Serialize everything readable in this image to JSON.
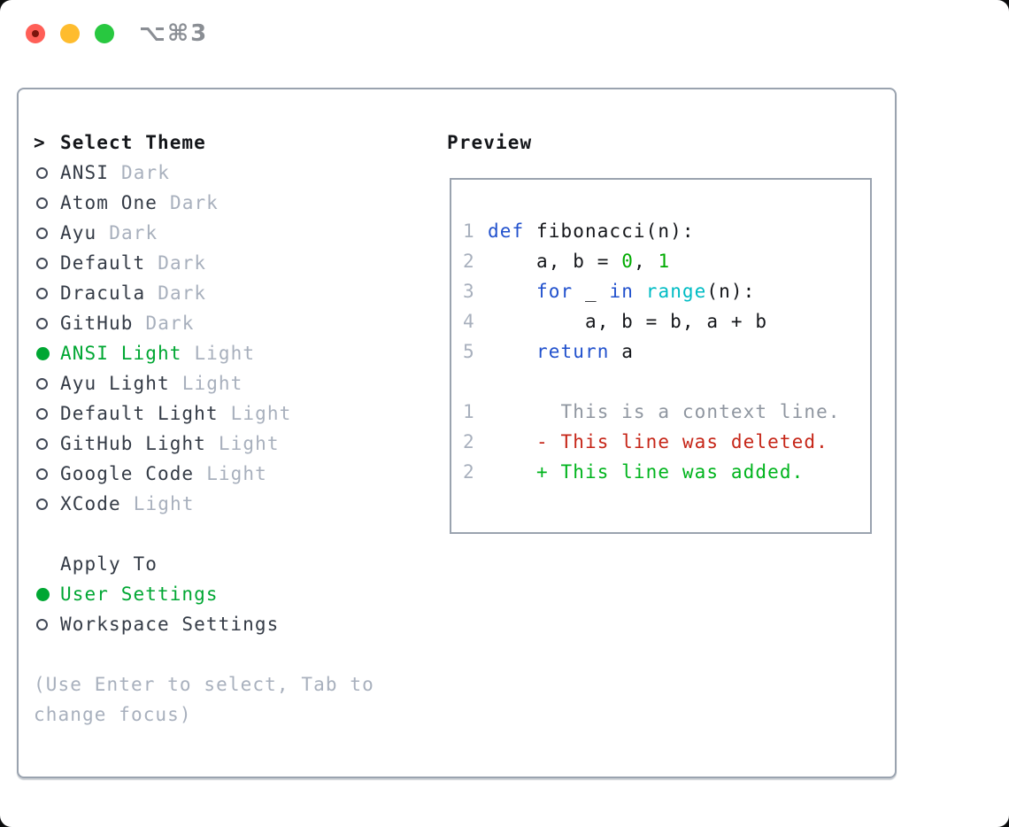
{
  "titlebar": {
    "shortcut": "⌥⌘3"
  },
  "colors": {
    "accent_green": "#00a733",
    "keyword_blue": "#2151cd",
    "builtin_cyan": "#00bcc4",
    "number_green": "#00ab00",
    "deleted_red": "#c62618",
    "added_green": "#00b41d",
    "muted_gray": "#a8b0bd",
    "context_gray": "#8f96a0",
    "panel_border": "#9aa3af",
    "traffic_red": "#ff5f57",
    "traffic_yellow": "#febc2e",
    "traffic_green": "#28c840"
  },
  "theme_panel": {
    "caret": ">",
    "title": "Select Theme",
    "items": [
      {
        "name": "ANSI",
        "variant": "Dark",
        "selected": false
      },
      {
        "name": "Atom One",
        "variant": "Dark",
        "selected": false
      },
      {
        "name": "Ayu",
        "variant": "Dark",
        "selected": false
      },
      {
        "name": "Default",
        "variant": "Dark",
        "selected": false
      },
      {
        "name": "Dracula",
        "variant": "Dark",
        "selected": false
      },
      {
        "name": "GitHub",
        "variant": "Dark",
        "selected": false
      },
      {
        "name": "ANSI Light",
        "variant": "Light",
        "selected": true
      },
      {
        "name": "Ayu Light",
        "variant": "Light",
        "selected": false
      },
      {
        "name": "Default Light",
        "variant": "Light",
        "selected": false
      },
      {
        "name": "GitHub Light",
        "variant": "Light",
        "selected": false
      },
      {
        "name": "Google Code",
        "variant": "Light",
        "selected": false
      },
      {
        "name": "XCode",
        "variant": "Light",
        "selected": false
      }
    ]
  },
  "apply_panel": {
    "title": "Apply To",
    "options": [
      {
        "label": "User Settings",
        "selected": true
      },
      {
        "label": "Workspace Settings",
        "selected": false
      }
    ]
  },
  "hint": "(Use Enter to select, Tab to change focus)",
  "preview": {
    "title": "Preview",
    "code_lines": [
      {
        "num": "1",
        "tokens": [
          {
            "t": "def"
          },
          {
            "t": " fibonacci(n):"
          }
        ]
      },
      {
        "num": "2",
        "tokens": [
          {
            "t": "    a, b = "
          },
          {
            "t": "0"
          },
          {
            "t": ", "
          },
          {
            "t": "1"
          }
        ]
      },
      {
        "num": "3",
        "tokens": [
          {
            "t": "    "
          },
          {
            "t": "for"
          },
          {
            "t": " _ "
          },
          {
            "t": "in"
          },
          {
            "t": " "
          },
          {
            "t": "range"
          },
          {
            "t": "(n):"
          }
        ]
      },
      {
        "num": "4",
        "tokens": [
          {
            "t": "        a, b = b, a + b"
          }
        ]
      },
      {
        "num": "5",
        "tokens": [
          {
            "t": "    "
          },
          {
            "t": "return"
          },
          {
            "t": " a"
          }
        ]
      }
    ],
    "diff_lines": [
      {
        "num": "1",
        "text": "      This is a context line.",
        "kind": "context"
      },
      {
        "num": "2",
        "text": "    - This line was deleted.",
        "kind": "deleted"
      },
      {
        "num": "2",
        "text": "    + This line was added.",
        "kind": "added"
      }
    ]
  }
}
